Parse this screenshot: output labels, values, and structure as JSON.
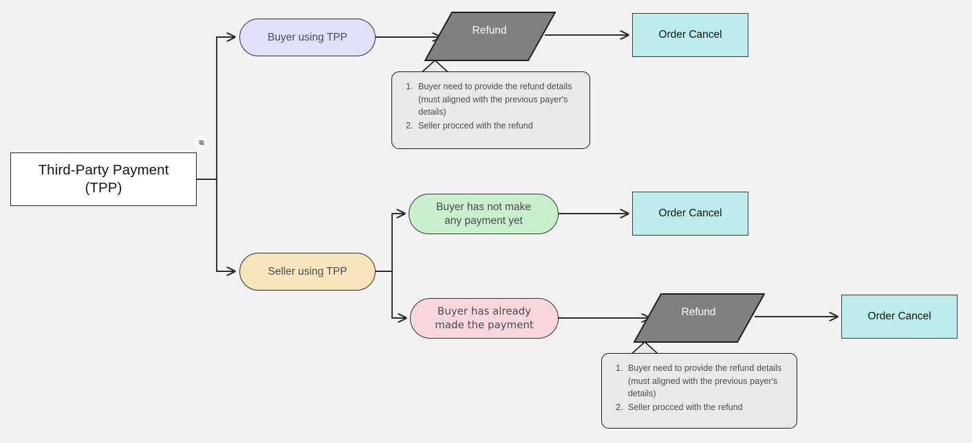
{
  "diagram": {
    "title": "Third-Party Payment (TPP) refund flow",
    "background_color": "#f2f2f3",
    "edge_color": "#2b2b2b"
  },
  "badge": {
    "icon": "lightning-bolt-icon"
  },
  "nodes": {
    "root": {
      "label": "Third-Party Payment\n(TPP)",
      "line1": "Third-Party Payment",
      "line2": "(TPP)",
      "shape": "rectangle",
      "fill": "#ffffff"
    },
    "buyer_tpp": {
      "label": "Buyer using TPP",
      "shape": "pill",
      "fill": "#e2e0f8"
    },
    "seller_tpp": {
      "label": "Seller using TPP",
      "shape": "pill",
      "fill": "#f7e5bb"
    },
    "no_payment": {
      "line1": "Buyer has not make",
      "line2": "any payment yet",
      "shape": "pill",
      "fill": "#c9efcd"
    },
    "already_paid": {
      "line1": "Buyer has already",
      "line2": "made the payment",
      "shape": "pill",
      "fill": "#f8d8dd"
    },
    "refund_top": {
      "label": "Refund",
      "shape": "parallelogram",
      "fill": "#808080"
    },
    "refund_bottom": {
      "label": "Refund",
      "shape": "parallelogram",
      "fill": "#808080"
    },
    "order_cancel_1": {
      "label": "Order Cancel",
      "shape": "rectangle",
      "fill": "#bdeced"
    },
    "order_cancel_2": {
      "label": "Order Cancel",
      "shape": "rectangle",
      "fill": "#bdeced"
    },
    "order_cancel_3": {
      "label": "Order Cancel",
      "shape": "rectangle",
      "fill": "#bdeced"
    }
  },
  "notes": {
    "top": {
      "items": [
        "Buyer need to provide the refund details (must aligned with the previous payer's details)",
        "Seller procced with the refund"
      ]
    },
    "bottom": {
      "items": [
        "Buyer need to provide the refund details (must aligned with the previous payer's details)",
        "Seller procced with the refund"
      ]
    }
  }
}
